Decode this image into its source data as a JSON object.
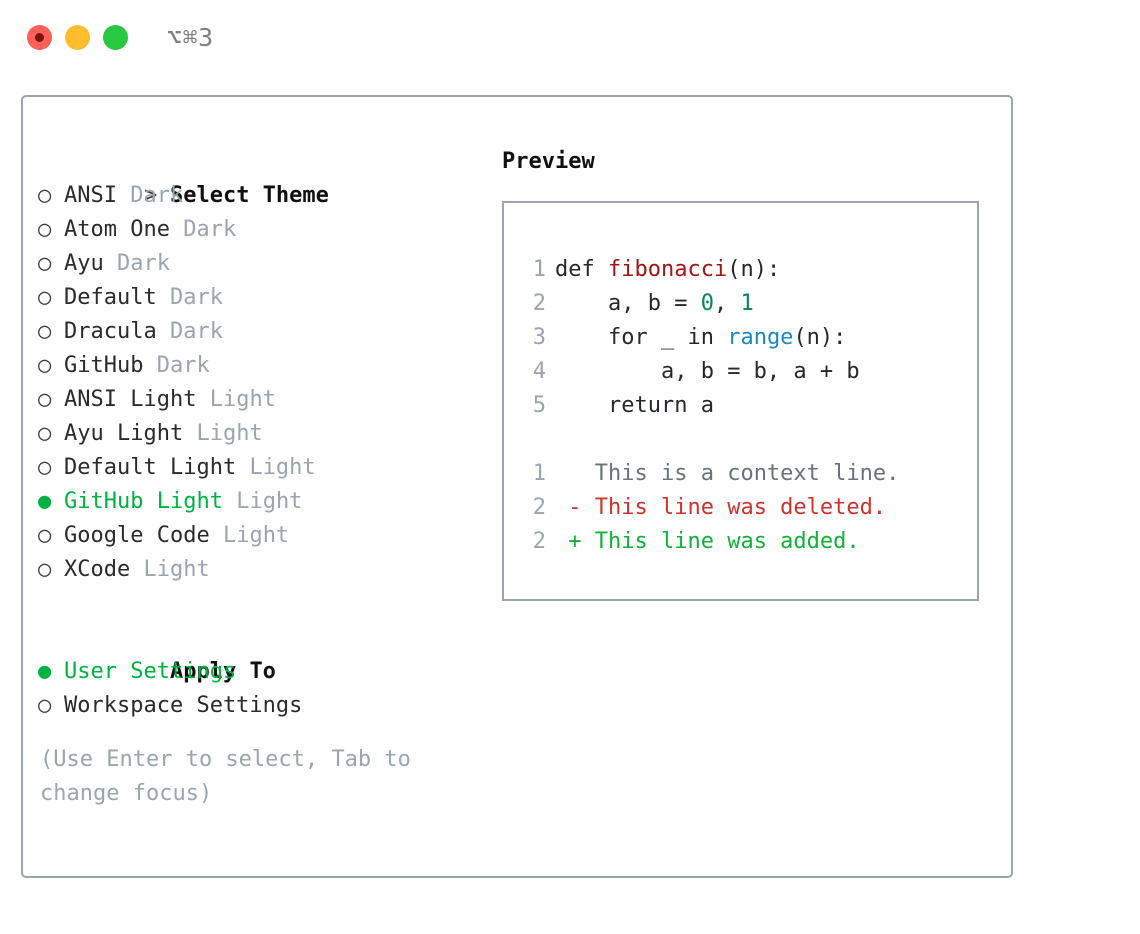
{
  "titlebar": {
    "shortcut": "⌥⌘3",
    "buttons": [
      {
        "name": "close",
        "color": "#ff6159"
      },
      {
        "name": "minimize",
        "color": "#ffbd2e"
      },
      {
        "name": "maximize",
        "color": "#28c840"
      }
    ]
  },
  "theme_selector": {
    "header_marker": ">",
    "header": "Select Theme",
    "marker_unselected": "○",
    "marker_selected": "●",
    "items": [
      {
        "marker": "○",
        "name": "ANSI",
        "category": "Dark",
        "selected": false
      },
      {
        "marker": "○",
        "name": "Atom One",
        "category": "Dark",
        "selected": false
      },
      {
        "marker": "○",
        "name": "Ayu",
        "category": "Dark",
        "selected": false
      },
      {
        "marker": "○",
        "name": "Default",
        "category": "Dark",
        "selected": false
      },
      {
        "marker": "○",
        "name": "Dracula",
        "category": "Dark",
        "selected": false
      },
      {
        "marker": "○",
        "name": "GitHub",
        "category": "Dark",
        "selected": false
      },
      {
        "marker": "○",
        "name": "ANSI Light",
        "category": "Light",
        "selected": false
      },
      {
        "marker": "○",
        "name": "Ayu Light",
        "category": "Light",
        "selected": false
      },
      {
        "marker": "○",
        "name": "Default Light",
        "category": "Light",
        "selected": false
      },
      {
        "marker": "●",
        "name": "GitHub Light",
        "category": "Light",
        "selected": true
      },
      {
        "marker": "○",
        "name": "Google Code",
        "category": "Light",
        "selected": false
      },
      {
        "marker": "○",
        "name": "XCode",
        "category": "Light",
        "selected": false
      }
    ]
  },
  "apply_to": {
    "header": "Apply To",
    "options": [
      {
        "marker": "●",
        "label": "User Settings",
        "selected": true
      },
      {
        "marker": "○",
        "label": "Workspace Settings",
        "selected": false
      }
    ]
  },
  "hint": "(Use Enter to select, Tab to change focus)",
  "preview": {
    "heading": "Preview",
    "code_lines": [
      {
        "num": "1",
        "indent": "",
        "parts": [
          {
            "text": "def ",
            "token": "plain"
          },
          {
            "text": "fibonacci",
            "token": "fn"
          },
          {
            "text": "(n):",
            "token": "plain"
          }
        ]
      },
      {
        "num": "2",
        "indent": "    ",
        "parts": [
          {
            "text": "a, b = ",
            "token": "plain"
          },
          {
            "text": "0",
            "token": "num"
          },
          {
            "text": ", ",
            "token": "plain"
          },
          {
            "text": "1",
            "token": "num"
          }
        ]
      },
      {
        "num": "3",
        "indent": "    ",
        "parts": [
          {
            "text": "for _ in ",
            "token": "plain"
          },
          {
            "text": "range",
            "token": "call"
          },
          {
            "text": "(n):",
            "token": "plain"
          }
        ]
      },
      {
        "num": "4",
        "indent": "        ",
        "parts": [
          {
            "text": "a, b = b, a + b",
            "token": "plain"
          }
        ]
      },
      {
        "num": "5",
        "indent": "    ",
        "parts": [
          {
            "text": "return a",
            "token": "plain"
          }
        ]
      }
    ],
    "diff_lines": [
      {
        "num": "1",
        "sign": " ",
        "text": "This is a context line.",
        "kind": "ctx"
      },
      {
        "num": "2",
        "sign": "-",
        "text": "This line was deleted.",
        "kind": "del"
      },
      {
        "num": "2",
        "sign": "+",
        "text": "This line was added.",
        "kind": "add"
      }
    ]
  },
  "colors": {
    "accent_green": "#00b341",
    "border": "#9aa5b1",
    "muted": "#9aa5b1",
    "text": "#2b2b2b",
    "syntax_function": "#a31515",
    "syntax_number": "#098658",
    "syntax_call": "#1a8ac7",
    "diff_add": "#11b23a",
    "diff_del": "#d1322d",
    "diff_ctx": "#6a737d"
  }
}
